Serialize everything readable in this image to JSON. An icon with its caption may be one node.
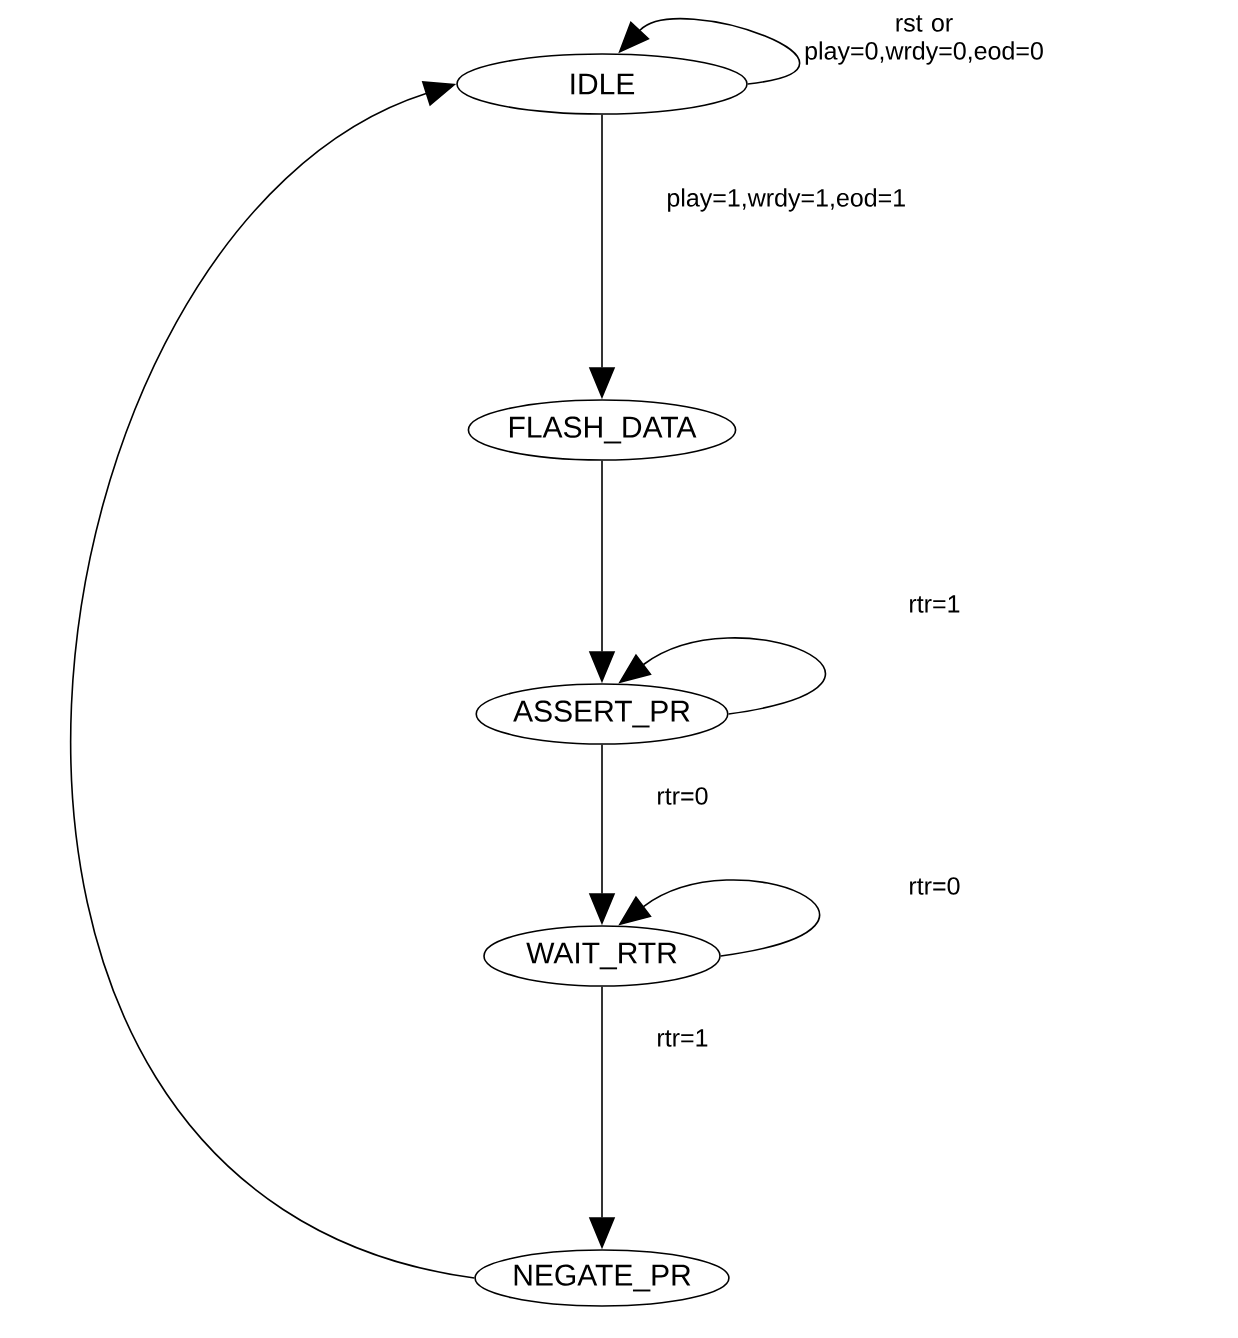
{
  "diagram": {
    "nodes": [
      {
        "text": [
          "IDLE"
        ]
      },
      {
        "text": [
          "FLASH_DATA"
        ]
      },
      {
        "text": [
          "ASSERT_PR"
        ]
      },
      {
        "text": [
          "WAIT_RTR"
        ]
      },
      {
        "text": [
          "NEGATE_PR"
        ]
      }
    ],
    "edges": [
      {
        "from": 0,
        "to": 0,
        "arrow": "to",
        "label": "rst or play=0,wrdy=0,eod=0"
      },
      {
        "from": 0,
        "to": 1,
        "arrow": "to",
        "label": "play=1,wrdy=1,eod=1"
      },
      {
        "from": 1,
        "to": 2,
        "arrow": "to"
      },
      {
        "from": 2,
        "to": 2,
        "arrow": "to",
        "label": "rtr=1"
      },
      {
        "from": 2,
        "to": 3,
        "arrow": "to",
        "label": "rtr=0"
      },
      {
        "from": 3,
        "to": 3,
        "arrow": "to",
        "label": "rtr=0"
      },
      {
        "from": 3,
        "to": 4,
        "arrow": "to",
        "label": "rtr=1"
      },
      {
        "from": 4,
        "to": 0,
        "arrow": "to"
      }
    ]
  }
}
